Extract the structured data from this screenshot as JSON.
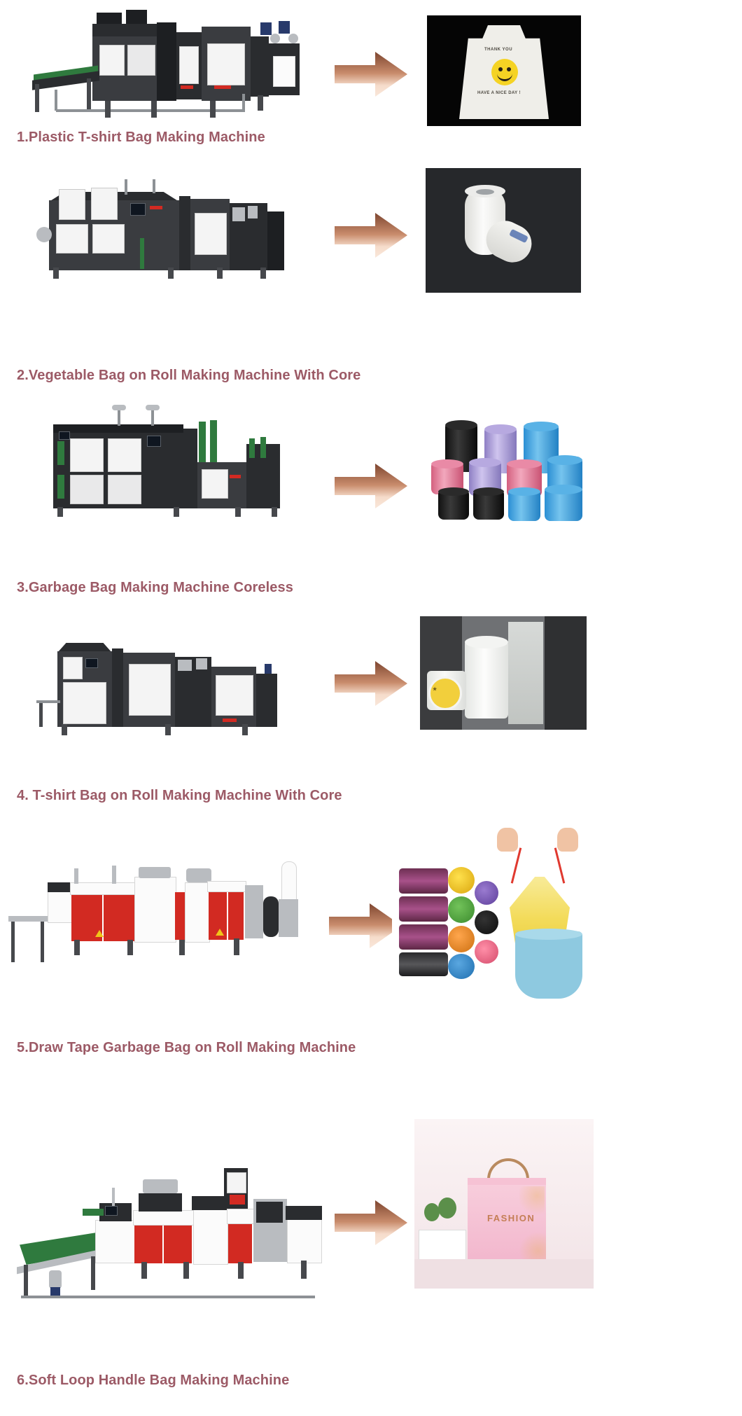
{
  "page": {
    "title": "Bag Making Machine Product Range",
    "background_color": "#ffffff",
    "caption_color": "#9c5a66",
    "arrow_gradient_top": "#8a5038",
    "arrow_gradient_bottom": "#f7dccb"
  },
  "rows": [
    {
      "index": "1",
      "caption": "1.Plastic T-shirt Bag Making Machine",
      "machine_alt": "Plastic T-shirt bag making machine, dark grey frame with green conveyor belt",
      "arrow": "right-arrow",
      "product_alt": "White plastic T-shirt bag with yellow smiley face printed, on black background",
      "product_text_top": "THANK YOU",
      "product_text_bottom": "HAVE A NICE DAY !",
      "product_background": "#050505"
    },
    {
      "index": "2",
      "caption": "2.Vegetable Bag on Roll Making Machine With Core",
      "machine_alt": "Vegetable bag on roll making machine with core, dark grey cabinet with white panels",
      "arrow": "right-arrow",
      "product_alt": "Two white plastic bag rolls with blue printing on dark grey background",
      "product_background": "#26282b"
    },
    {
      "index": "3",
      "caption": "3.Garbage Bag Making Machine Coreless",
      "machine_alt": "Coreless garbage bag making machine, dark grey with white doors and green rollers",
      "arrow": "right-arrow",
      "product_alt": "Stack of coloured garbage bag rolls: black, blue, pink, purple on white background",
      "product_background": "#ffffff"
    },
    {
      "index": "4",
      "caption": "4. T-shirt Bag on Roll Making Machine With Core",
      "machine_alt": "T-shirt bag on roll making machine with core, dark grey frame with white cabinet doors",
      "arrow": "right-arrow",
      "product_alt": "White plastic film rolls on a grey background",
      "product_background": "#6d6f72"
    },
    {
      "index": "5",
      "caption": "5.Draw Tape Garbage Bag on Roll Making Machine",
      "machine_alt": "Draw tape garbage bag on roll making machine line, red and white cabinets",
      "arrow": "right-arrow",
      "product_alt": "Coloured draw tape garbage bag rolls beside a blue bin with a yellow drawstring bag held by hands",
      "product_background": "#ffffff"
    },
    {
      "index": "6",
      "caption": "6.Soft Loop Handle Bag Making Machine",
      "machine_alt": "Soft loop handle bag making machine with green conveyor and red cabinets",
      "arrow": "right-arrow",
      "product_alt": "Pink FASHION shopping bag with soft loop handle on pale pink background",
      "product_text": "FASHION",
      "product_background": "#f7eef0"
    }
  ]
}
